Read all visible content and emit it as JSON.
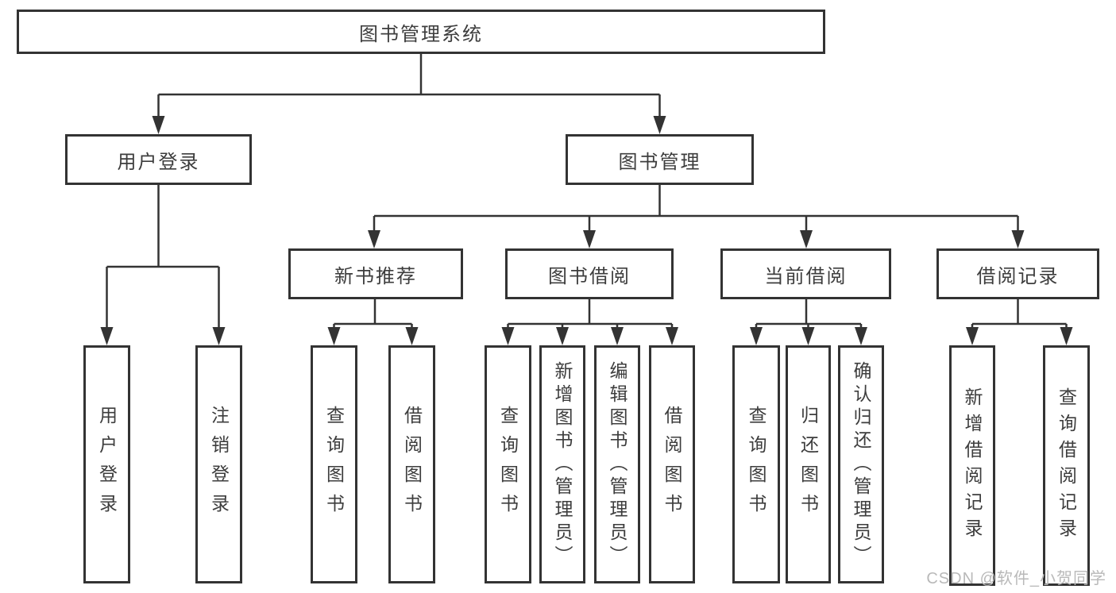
{
  "diagram": {
    "type": "hierarchy-tree",
    "watermark": "CSDN @软件_小贺同学",
    "colors": {
      "line": "#333333",
      "box_border": "#333333",
      "text": "#3d3d3d",
      "background": "#ffffff",
      "watermark_text": "#b9b9b9"
    },
    "nodes": {
      "root": {
        "label": "图书管理系统"
      },
      "user_login": {
        "label": "用户登录"
      },
      "book_management": {
        "label": "图书管理"
      },
      "new_book_recommend": {
        "label": "新书推荐"
      },
      "book_borrowing": {
        "label": "图书借阅"
      },
      "current_borrowing": {
        "label": "当前借阅"
      },
      "borrowing_records": {
        "label": "借阅记录"
      },
      "leaf_user_login": {
        "label": "用户登录"
      },
      "leaf_logout_login": {
        "label": "注销登录"
      },
      "leaf_nb_query_books": {
        "label": "查询图书"
      },
      "leaf_nb_borrow_books": {
        "label": "借阅图书"
      },
      "leaf_bb_query_books": {
        "label": "查询图书"
      },
      "leaf_bb_add_books": {
        "label": "新增图书（管理员）"
      },
      "leaf_bb_edit_books": {
        "label": "编辑图书（管理员）"
      },
      "leaf_bb_borrow_books": {
        "label": "借阅图书"
      },
      "leaf_cb_query_books": {
        "label": "查询图书"
      },
      "leaf_cb_return_books": {
        "label": "归还图书"
      },
      "leaf_cb_confirm_return": {
        "label": "确认归还（管理员）"
      },
      "leaf_br_add_record": {
        "label": "新增借阅记录"
      },
      "leaf_br_query_record": {
        "label": "查询借阅记录"
      }
    },
    "edges": [
      [
        "root",
        "user_login"
      ],
      [
        "root",
        "book_management"
      ],
      [
        "user_login",
        "leaf_user_login"
      ],
      [
        "user_login",
        "leaf_logout_login"
      ],
      [
        "book_management",
        "new_book_recommend"
      ],
      [
        "book_management",
        "book_borrowing"
      ],
      [
        "book_management",
        "current_borrowing"
      ],
      [
        "book_management",
        "borrowing_records"
      ],
      [
        "new_book_recommend",
        "leaf_nb_query_books"
      ],
      [
        "new_book_recommend",
        "leaf_nb_borrow_books"
      ],
      [
        "book_borrowing",
        "leaf_bb_query_books"
      ],
      [
        "book_borrowing",
        "leaf_bb_add_books"
      ],
      [
        "book_borrowing",
        "leaf_bb_edit_books"
      ],
      [
        "book_borrowing",
        "leaf_bb_borrow_books"
      ],
      [
        "current_borrowing",
        "leaf_cb_query_books"
      ],
      [
        "current_borrowing",
        "leaf_cb_return_books"
      ],
      [
        "current_borrowing",
        "leaf_cb_confirm_return"
      ],
      [
        "borrowing_records",
        "leaf_br_add_record"
      ],
      [
        "borrowing_records",
        "leaf_br_query_record"
      ]
    ]
  }
}
